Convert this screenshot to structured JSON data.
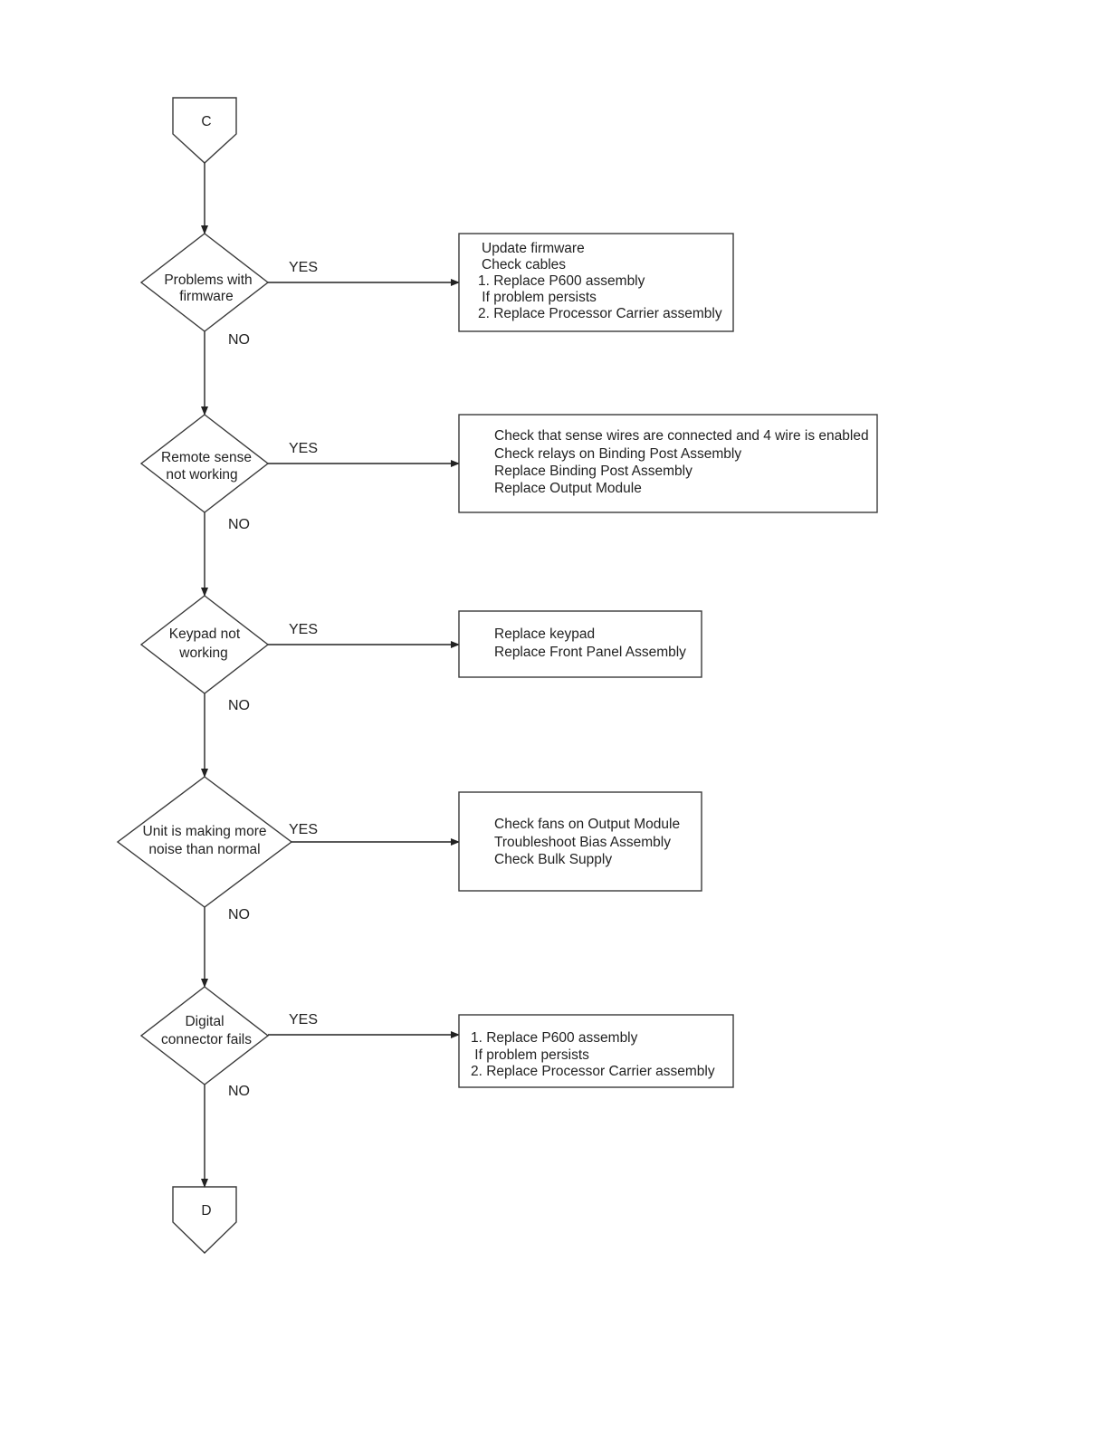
{
  "connectors": {
    "start": "C",
    "end": "D"
  },
  "branch_labels": {
    "yes": "YES",
    "no": "NO"
  },
  "decisions": [
    {
      "id": "firmware",
      "lines": [
        "Problems with",
        "firmware"
      ]
    },
    {
      "id": "remote-sense",
      "lines": [
        "Remote sense",
        "not working"
      ]
    },
    {
      "id": "keypad",
      "lines": [
        "Keypad not",
        "working"
      ]
    },
    {
      "id": "noise",
      "lines": [
        "Unit is making more",
        "noise than normal"
      ]
    },
    {
      "id": "digital",
      "lines": [
        "Digital",
        "connector fails"
      ]
    }
  ],
  "actions": [
    {
      "id": "firmware",
      "lines": [
        "Update firmware",
        "Check cables",
        "1. Replace P600 assembly",
        " If problem persists",
        "2. Replace Processor Carrier assembly"
      ]
    },
    {
      "id": "remote-sense",
      "lines": [
        "Check that sense wires are connected and 4 wire is enabled",
        "Check relays on Binding Post Assembly",
        "Replace Binding Post Assembly",
        "Replace Output Module"
      ]
    },
    {
      "id": "keypad",
      "lines": [
        "Replace keypad",
        "Replace Front Panel Assembly"
      ]
    },
    {
      "id": "noise",
      "lines": [
        "Check fans on Output Module",
        "Troubleshoot Bias Assembly",
        "Check Bulk Supply"
      ]
    },
    {
      "id": "digital",
      "lines": [
        "1. Replace P600 assembly",
        " If problem persists",
        "2. Replace Processor Carrier assembly"
      ]
    }
  ]
}
